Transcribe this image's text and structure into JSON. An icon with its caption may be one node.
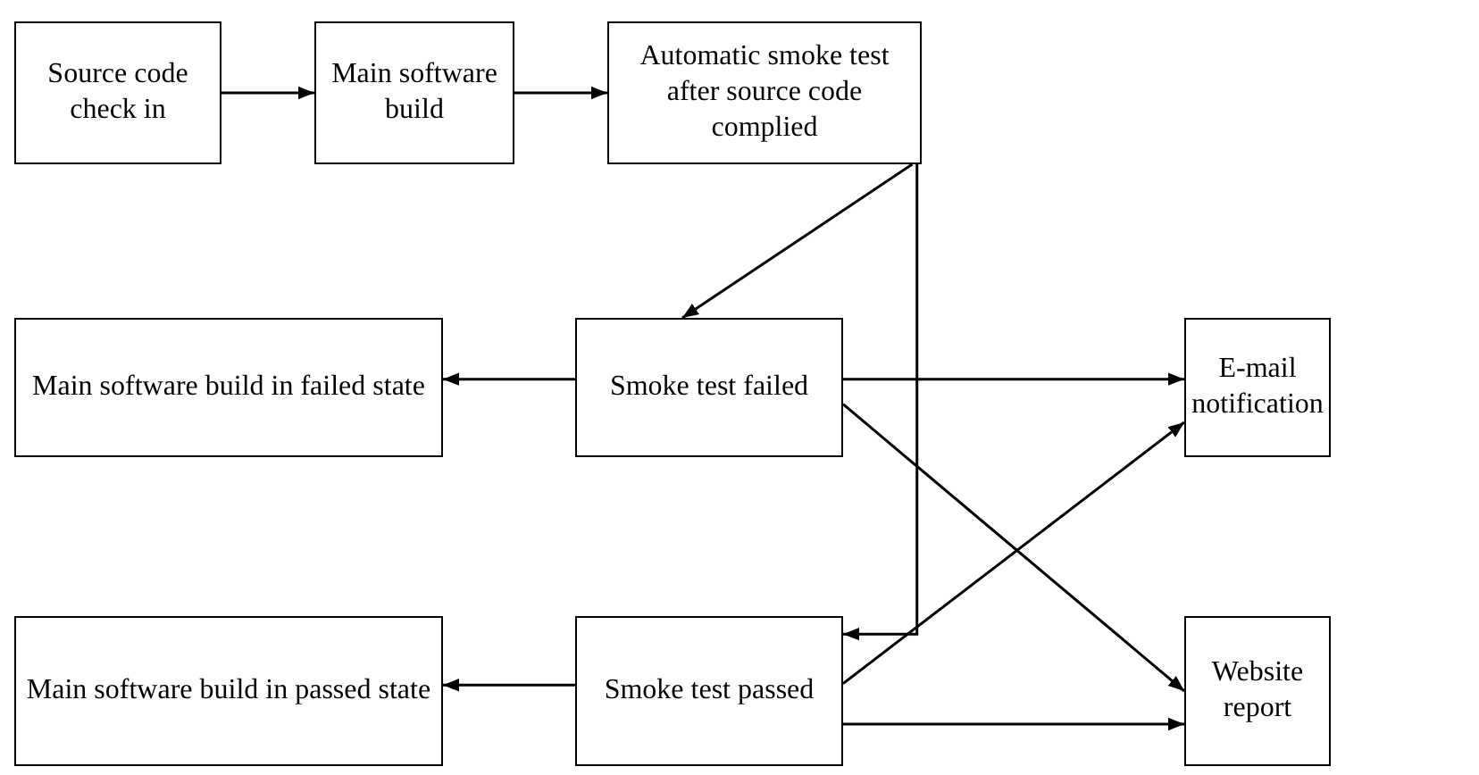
{
  "diagram": {
    "nodes": [
      {
        "text": [
          "Source code check in"
        ]
      },
      {
        "text": [
          "Main software build"
        ]
      },
      {
        "text": [
          "Automatic smoke test after source code complied"
        ]
      },
      {
        "text": [
          "Main software build in failed state"
        ]
      },
      {
        "text": [
          "Smoke test failed"
        ]
      },
      {
        "text": [
          "E-mail notification"
        ]
      },
      {
        "text": [
          "Main software build in passed state"
        ]
      },
      {
        "text": [
          "Smoke test passed"
        ]
      },
      {
        "text": [
          "Website report"
        ]
      }
    ],
    "edges": [
      {
        "from": 0,
        "to": 1,
        "arrow": "to"
      },
      {
        "from": 1,
        "to": 2,
        "arrow": "to"
      },
      {
        "from": 2,
        "to": 4,
        "arrow": "to"
      },
      {
        "from": 2,
        "to": 7,
        "arrow": "to"
      },
      {
        "from": 4,
        "to": 3,
        "arrow": "to"
      },
      {
        "from": 4,
        "to": 5,
        "arrow": "to"
      },
      {
        "from": 4,
        "to": 8,
        "arrow": "to"
      },
      {
        "from": 7,
        "to": 6,
        "arrow": "to"
      },
      {
        "from": 7,
        "to": 5,
        "arrow": "to"
      },
      {
        "from": 7,
        "to": 8,
        "arrow": "to"
      }
    ]
  }
}
